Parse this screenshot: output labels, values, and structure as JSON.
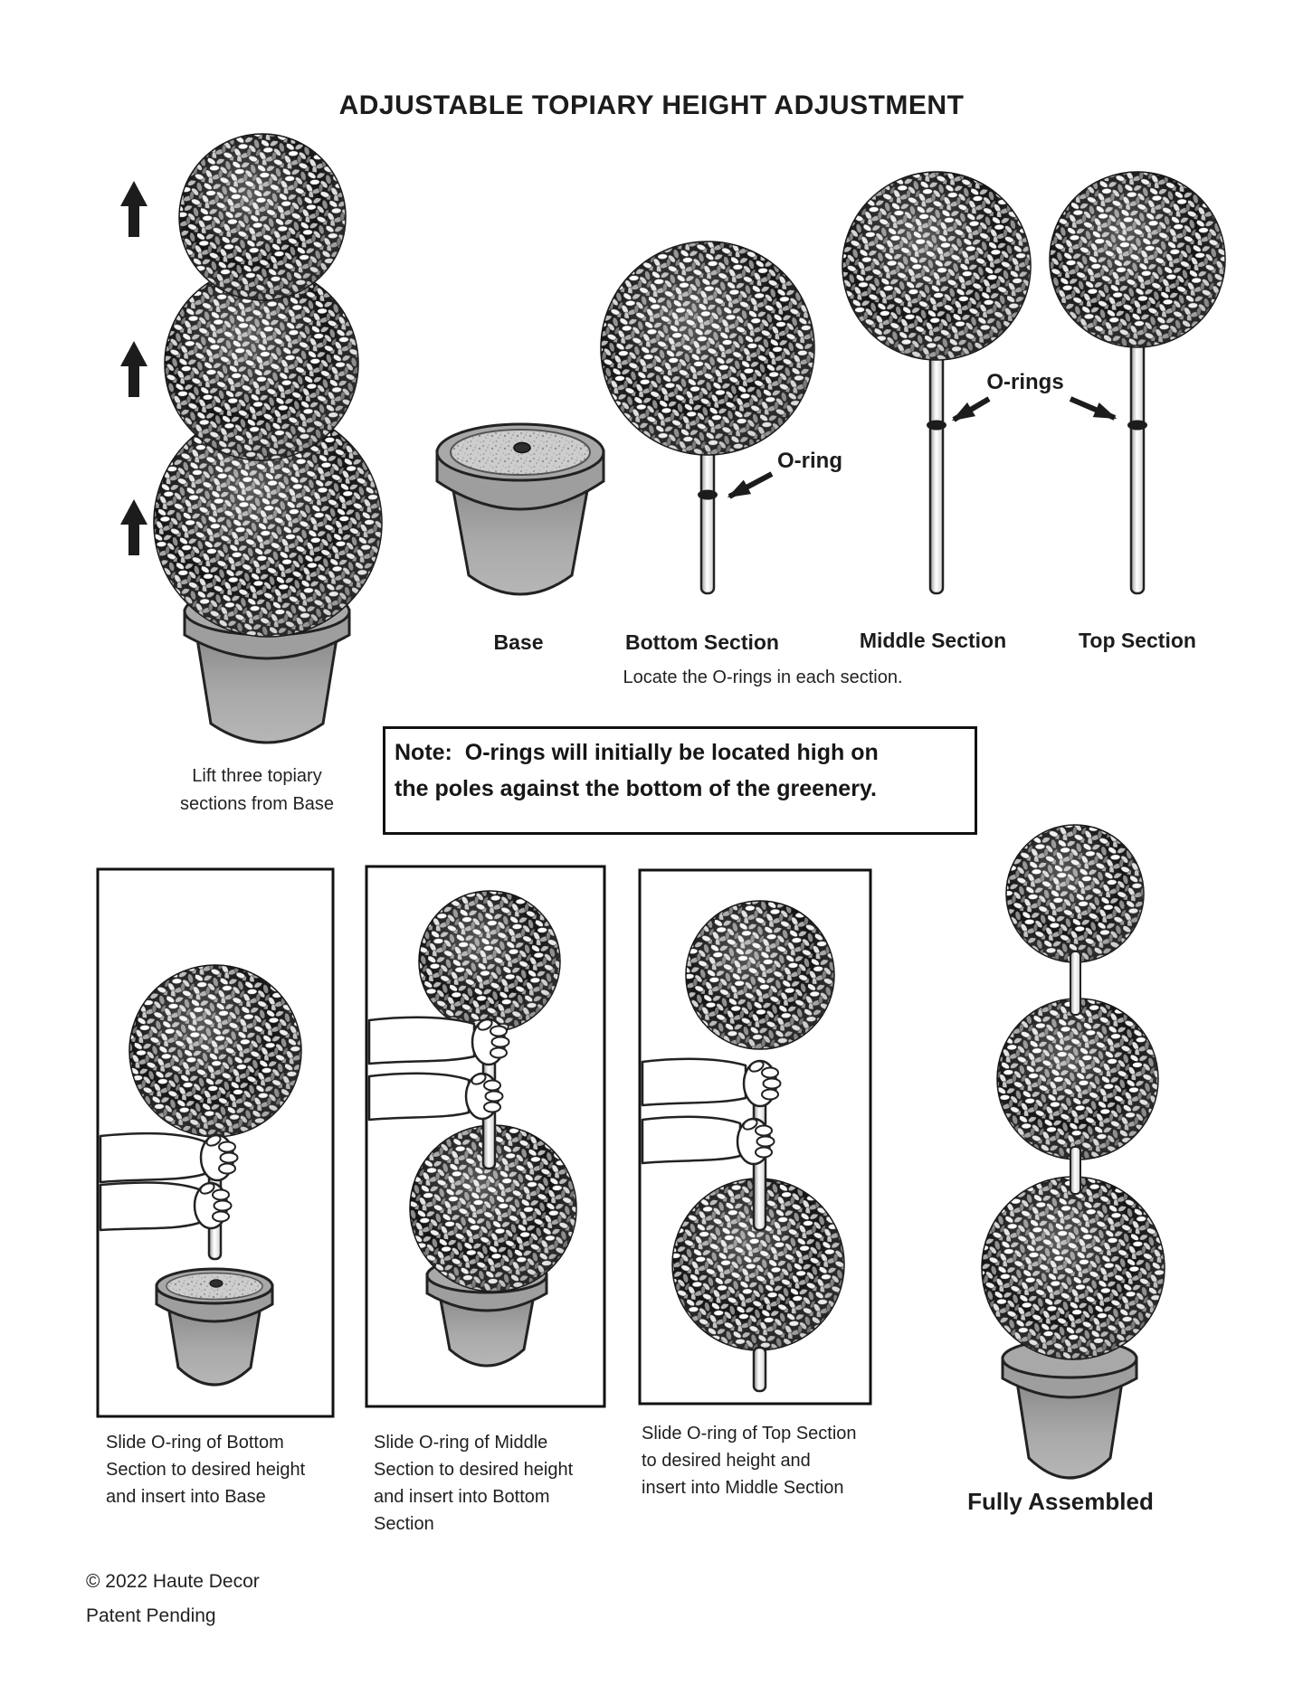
{
  "page": {
    "title": "ADJUSTABLE TOPIARY HEIGHT ADJUSTMENT"
  },
  "parts_row": {
    "lift_caption_lines": [
      "Lift three topiary",
      "sections from Base"
    ],
    "part_labels": {
      "base": "Base",
      "bottom": "Bottom Section",
      "middle": "Middle Section",
      "top": "Top Section"
    },
    "oring_callout": "O-ring",
    "orings_callout": "O-rings",
    "locate_caption": "Locate the O-rings in each section."
  },
  "note": {
    "lines": [
      "Note:  O-rings will initially be located high on",
      "the poles against the bottom of the greenery."
    ]
  },
  "steps": [
    {
      "caption_lines": [
        "Slide O-ring of Bottom",
        "Section to desired height",
        "and insert into Base"
      ]
    },
    {
      "caption_lines": [
        "Slide O-ring of Middle",
        "Section to desired height",
        "and insert into Bottom",
        "Section"
      ]
    },
    {
      "caption_lines": [
        "Slide O-ring of Top Section",
        "to desired height and",
        "insert into Middle Section"
      ]
    }
  ],
  "assembled": {
    "label": "Fully Assembled"
  },
  "footer": {
    "copyright": "© 2022 Haute Decor",
    "patent": "Patent Pending"
  },
  "colors": {
    "ink": "#1a1a1a",
    "foliage_background": "#141414",
    "pot_gray": "#9e9e9e",
    "pot_body_light": "#b6b6b6",
    "speckle_top": "#cdcdcd",
    "paper": "#ffffff"
  },
  "icons": {
    "up_arrow": "up-arrow-icon",
    "oring_pointer": "oring-arrow-icon",
    "orings_pointer_left": "orings-arrow-left-icon",
    "orings_pointer_right": "orings-arrow-right-icon"
  }
}
